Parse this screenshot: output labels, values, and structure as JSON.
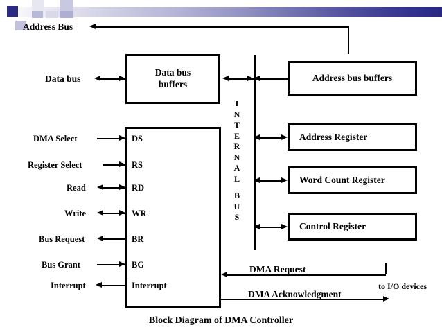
{
  "slide": {
    "caption": "Block Diagram of DMA Controller",
    "colors": {
      "header_gradient_start": "#ffffff",
      "header_gradient_end": "#28287f",
      "accent_square": "#2b2b80",
      "line": "#000000",
      "background": "#ffffff"
    }
  },
  "top": {
    "address_bus_label": "Address Bus"
  },
  "blocks": {
    "data_bus_buffers": "Data bus\nbuffers",
    "data_bus_buffers_line1": "Data bus",
    "data_bus_buffers_line2": "buffers",
    "address_bus_buffers": "Address bus buffers",
    "address_register": "Address Register",
    "word_count_register": "Word Count Register",
    "control_register": "Control Register"
  },
  "internal_bus": {
    "letters": [
      "I",
      "N",
      "T",
      "E",
      "R",
      "N",
      "A",
      "L",
      "",
      "B",
      "U",
      "S"
    ],
    "text": "INTERNAL BUS"
  },
  "external_labels": {
    "data_bus": "Data bus",
    "dma_select": "DMA Select",
    "register_select": "Register Select",
    "read": "Read",
    "write": "Write",
    "bus_request": "Bus Request",
    "bus_grant": "Bus Grant",
    "interrupt": "Interrupt"
  },
  "pins": {
    "ds": "DS",
    "rs": "RS",
    "rd": "RD",
    "wr": "WR",
    "br": "BR",
    "bg": "BG",
    "interrupt": "Interrupt"
  },
  "io": {
    "dma_request": "DMA Request",
    "dma_acknowledgment": "DMA Acknowledgment",
    "to_io_devices": "to I/O devices"
  }
}
